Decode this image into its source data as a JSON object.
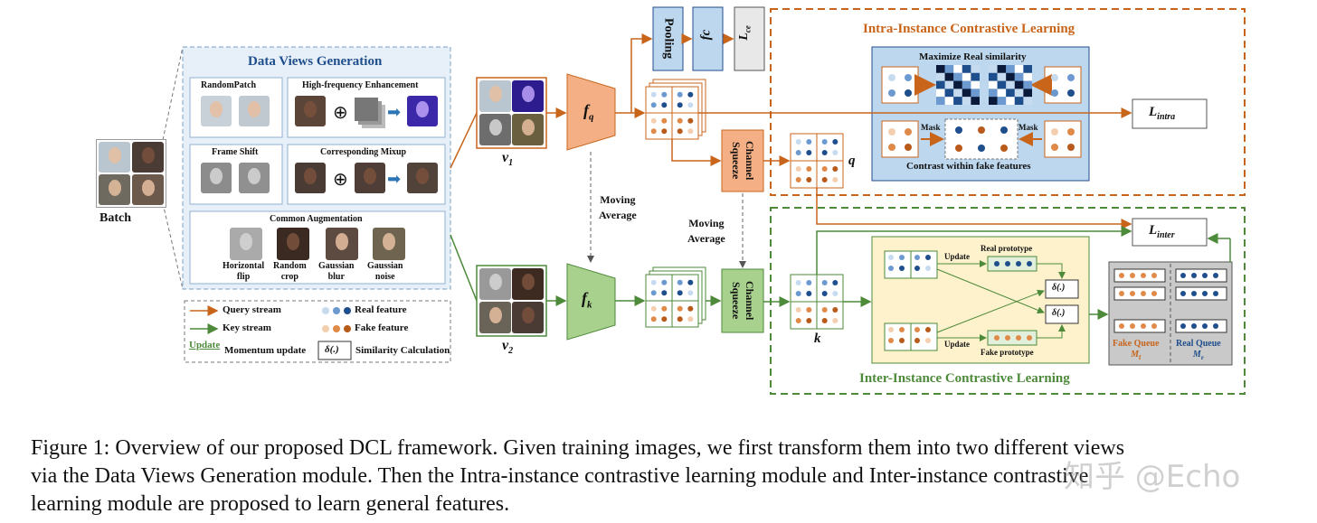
{
  "data_views": {
    "title": "Data Views Generation",
    "random_patch": "RandomPatch",
    "hf_enhancement": "High-frequency Enhancement",
    "frame_shift": "Frame Shift",
    "corr_mixup": "Corresponding Mixup",
    "common_aug": "Common Augmentation",
    "aug_items": [
      "Horizontal",
      "flip",
      "Random",
      "crop",
      "Gaussian",
      "blur",
      "Gaussian",
      "noise"
    ],
    "plus_symbol": "⊕"
  },
  "batch_label": "Batch",
  "views": {
    "v1": "v",
    "v1_sub": "1",
    "v2": "v",
    "v2_sub": "2"
  },
  "encoders": {
    "fq": "f",
    "fq_sub": "q",
    "fk": "f",
    "fk_sub": "k"
  },
  "moving_average": [
    "Moving",
    "Average"
  ],
  "classifier": {
    "pooling": "Pooling",
    "fc": "fc",
    "lce": "L",
    "lce_sub": "ce"
  },
  "channel_squeeze": "Channel Squeeze",
  "q_label": "q",
  "k_label": "k",
  "intra": {
    "title": "Intra-Instance Contrastive Learning",
    "maximize": "Maximize Real similarity",
    "mask": "Mask",
    "contrast_fake": "Contrast within fake features",
    "loss": "L",
    "loss_sub": "intra"
  },
  "inter": {
    "title": "Inter-Instance Contrastive Learning",
    "update": "Update",
    "real_proto": "Real prototype",
    "fake_proto": "Fake prototype",
    "delta": "δ(.)",
    "fake_queue": "Fake Queue",
    "fake_queue_sym": "M",
    "fake_queue_sub": "f",
    "real_queue": "Real Queue",
    "real_queue_sym": "M",
    "real_queue_sub": "r",
    "loss": "L",
    "loss_sub": "inter"
  },
  "legend": {
    "query": "Query stream",
    "key": "Key stream",
    "update_word": "Update",
    "momentum": "Momentum update",
    "real": "Real feature",
    "fake": "Fake feature",
    "delta": "δ(.)",
    "similarity": "Similarity Calculation"
  },
  "caption": [
    "Figure 1: Overview of our proposed DCL framework. Given training images, we first transform them into two different views",
    "via the Data Views Generation module. Then the Intra-instance contrastive learning module and Inter-instance contrastive",
    "learning module are proposed to learn general features."
  ],
  "watermark": "知乎 @Echo",
  "colors": {
    "orange": "#c8651b",
    "green": "#4d8a3a",
    "lightblue": "#d6e6f5",
    "blue": "#1f4e8c",
    "yellow": "#fdf2cc"
  }
}
